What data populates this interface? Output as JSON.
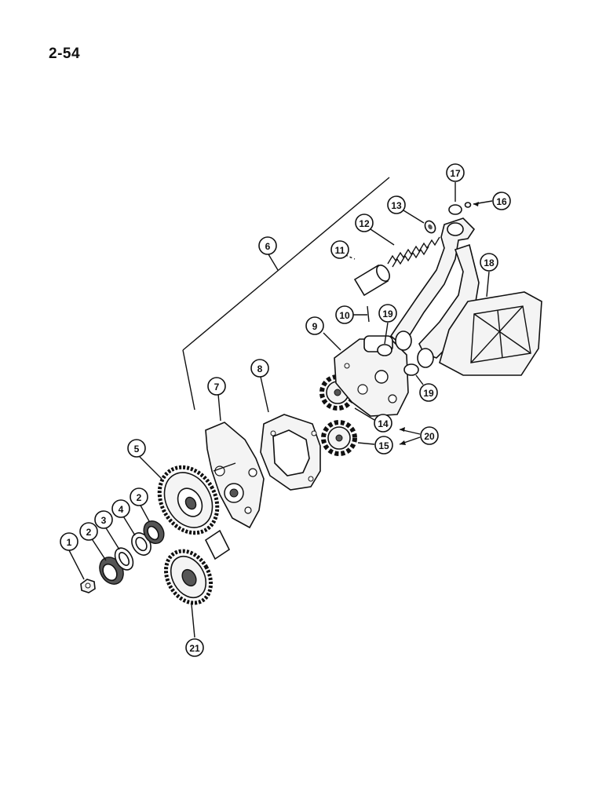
{
  "page_number": "2-54",
  "callouts": [
    {
      "id": "1",
      "label": "1"
    },
    {
      "id": "2a",
      "label": "2"
    },
    {
      "id": "3",
      "label": "3"
    },
    {
      "id": "4",
      "label": "4"
    },
    {
      "id": "2b",
      "label": "2"
    },
    {
      "id": "5",
      "label": "5"
    },
    {
      "id": "6",
      "label": "6"
    },
    {
      "id": "7",
      "label": "7"
    },
    {
      "id": "8",
      "label": "8"
    },
    {
      "id": "9",
      "label": "9"
    },
    {
      "id": "10",
      "label": "10"
    },
    {
      "id": "11",
      "label": "11"
    },
    {
      "id": "12",
      "label": "12"
    },
    {
      "id": "13",
      "label": "13"
    },
    {
      "id": "14",
      "label": "14"
    },
    {
      "id": "15",
      "label": "15"
    },
    {
      "id": "16",
      "label": "16"
    },
    {
      "id": "17",
      "label": "17"
    },
    {
      "id": "18",
      "label": "18"
    },
    {
      "id": "19a",
      "label": "19"
    },
    {
      "id": "19b",
      "label": "19"
    },
    {
      "id": "20",
      "label": "20"
    },
    {
      "id": "21",
      "label": "21"
    }
  ]
}
